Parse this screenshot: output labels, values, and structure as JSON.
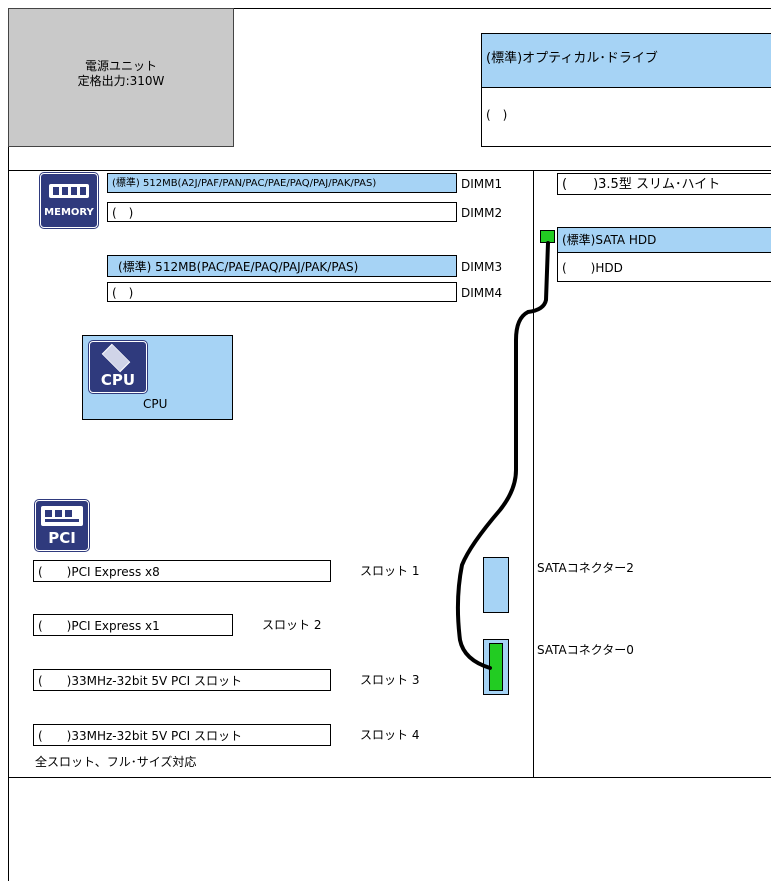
{
  "power": {
    "line1": "電源ユニット",
    "line2": "定格出力:310W"
  },
  "optical": {
    "title": "(標準)オプティカル･ドライブ",
    "slot": "(　)"
  },
  "memory": {
    "icon_text": "MEMORY",
    "dimm1": {
      "value": "(標準) 512MB(A2J/PAF/PAN/PAC/PAE/PAQ/PAJ/PAK/PAS)",
      "label": "DIMM1"
    },
    "dimm2": {
      "value": "(　)",
      "label": "DIMM2"
    },
    "dimm3": {
      "value": "(標準) 512MB(PAC/PAE/PAQ/PAJ/PAK/PAS)",
      "label": "DIMM3"
    },
    "dimm4": {
      "value": "(　)",
      "label": "DIMM4"
    }
  },
  "cpu": {
    "icon_text": "CPU",
    "label": "CPU"
  },
  "bays": {
    "slim": "(　　)3.5型 スリム･ハイト",
    "hdd_std": "(標準)SATA HDD",
    "hdd_opt": "(　　)HDD"
  },
  "pci": {
    "icon_text": "PCI",
    "slots": [
      {
        "value": "(　　)PCI Express x8",
        "label": "スロット 1"
      },
      {
        "value": "(　　)PCI Express x1",
        "label": "スロット 2"
      },
      {
        "value": "(　　)33MHz-32bit 5V PCI スロット",
        "label": "スロット 3"
      },
      {
        "value": "(　　)33MHz-32bit 5V PCI スロット",
        "label": "スロット 4"
      }
    ],
    "note": "全スロット、フル･サイズ対応"
  },
  "sata": {
    "connector2": "SATAコネクター2",
    "connector0": "SATAコネクター0"
  },
  "colors": {
    "blue": "#a6d3f5",
    "gray": "#c9c9c9",
    "green": "#22cc22",
    "icon": "#2f3a7d"
  }
}
